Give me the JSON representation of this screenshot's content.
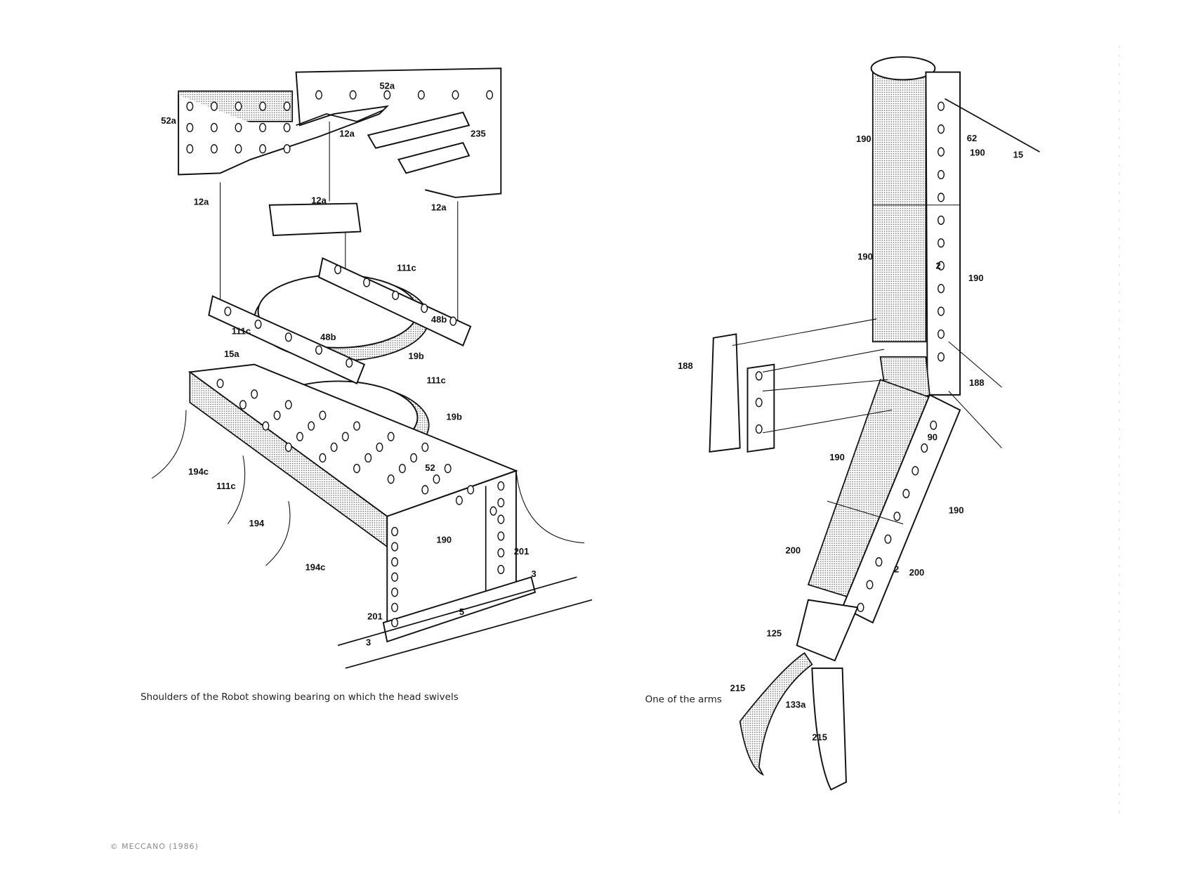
{
  "document": {
    "left_figure": {
      "caption": "Shoulders of the Robot showing bearing on which the head swivels",
      "part_labels": [
        "52a",
        "52a",
        "12a",
        "235",
        "12a",
        "12a",
        "12a",
        "111c",
        "48b",
        "111c",
        "15a",
        "48b",
        "19b",
        "111c",
        "19b",
        "194c",
        "111c",
        "52",
        "194",
        "190",
        "194c",
        "201",
        "3",
        "201",
        "3",
        "5"
      ]
    },
    "right_figure": {
      "caption": "One of the arms",
      "part_labels": [
        "190",
        "62",
        "190",
        "15",
        "190",
        "2",
        "190",
        "188",
        "188",
        "90",
        "190",
        "190",
        "200",
        "2",
        "200",
        "125",
        "215",
        "133a",
        "215"
      ]
    },
    "footer": {
      "copyright": "© MECCANO (1986)"
    }
  }
}
